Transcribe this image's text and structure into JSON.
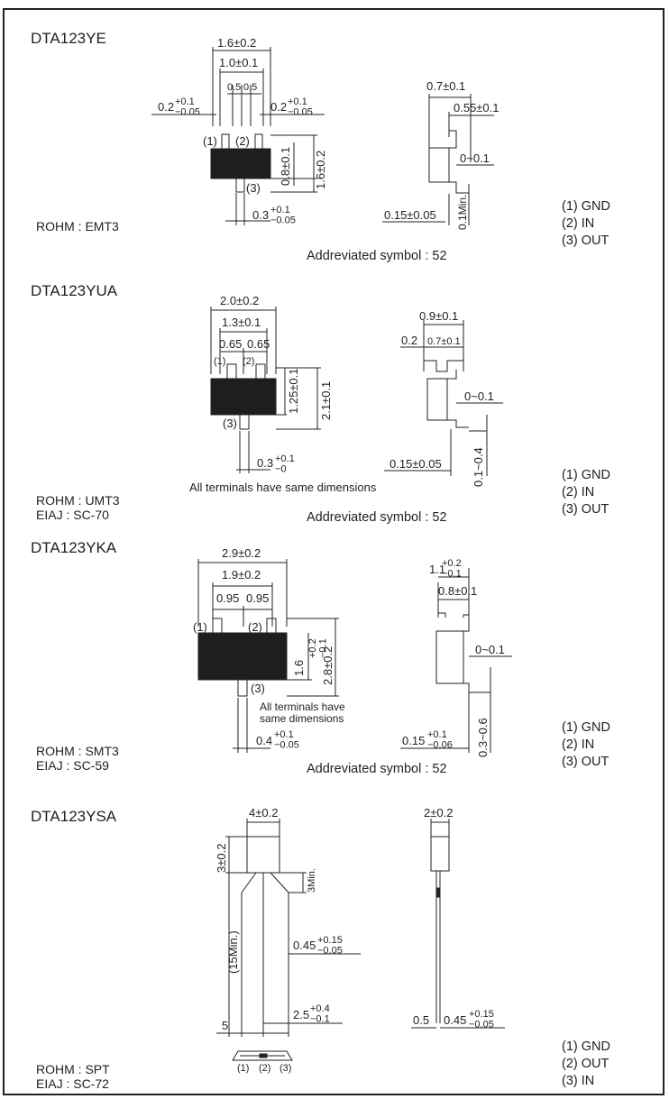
{
  "sections": [
    {
      "title": "DTA123YE",
      "rohm": "ROHM  :  EMT3",
      "eiaj": "",
      "abbreviated": "Addreviated symbol : 52",
      "pins": [
        "(1)  GND",
        "(2)  IN",
        "(3)  OUT"
      ],
      "dims": {
        "d_overall": "1.6±0.2",
        "d_pitch": "1.0±0.1",
        "d_half1": "0.5",
        "d_half2": "0.5",
        "d_lead_left": "0.2",
        "d_lead_left_tol": "+0.1\n−0.05",
        "d_lead_right": "0.2",
        "d_lead_right_tol": "+0.1\n−0.05",
        "pin1": "(1)",
        "pin2": "(2)",
        "pin3": "(3)",
        "d_body_h": "0.8±0.1",
        "d_total_h": "1.6±0.2",
        "d_bot_lead": "0.3",
        "d_bot_lead_tol": "+0.1\n−0.05",
        "s_top": "0.7±0.1",
        "s_mid": "0.55±0.1",
        "s_gap": "0~0.1",
        "s_thick": "0.15±0.05",
        "s_min": "0.1Min."
      }
    },
    {
      "title": "DTA123YUA",
      "rohm": "ROHM  :  UMT3",
      "eiaj": "EIAJ  :  SC-70",
      "abbreviated": "Addreviated symbol : 52",
      "note": "All terminals have same dimensions",
      "pins": [
        "(1)  GND",
        "(2)  IN",
        "(3)  OUT"
      ],
      "dims": {
        "d_overall": "2.0±0.2",
        "d_pitch": "1.3±0.1",
        "d_half1": "0.65",
        "d_half2": "0.65",
        "pin1": "(1)",
        "pin2": "(2)",
        "pin3": "(3)",
        "d_body_h": "1.25±0.1",
        "d_total_h": "2.1±0.1",
        "d_bot_lead": "0.3",
        "d_bot_lead_tol": "+0.1\n−0",
        "s_top": "0.9±0.1",
        "s_left": "0.2",
        "s_mid": "0.7±0.1",
        "s_gap": "0~0.1",
        "s_thick": "0.15±0.05",
        "s_min": "0.1~0.4"
      }
    },
    {
      "title": "DTA123YKA",
      "rohm": "ROHM  :  SMT3",
      "eiaj": "EIAJ  :  SC-59",
      "abbreviated": "Addreviated symbol : 52",
      "note": "All terminals have\nsame dimensions",
      "pins": [
        "(1)  GND",
        "(2)  IN",
        "(3)  OUT"
      ],
      "dims": {
        "d_overall": "2.9±0.2",
        "d_pitch": "1.9±0.2",
        "d_half1": "0.95",
        "d_half2": "0.95",
        "pin1": "(1)",
        "pin2": "(2)",
        "pin3": "(3)",
        "d_body_h": "1.6",
        "d_body_h_tol": "+0.2\n−0.1",
        "d_total_h": "2.8±0.2",
        "d_bot_lead": "0.4",
        "d_bot_lead_tol": "+0.1\n−0.05",
        "s_top": "1.1",
        "s_top_tol": "+0.2\n−0.1",
        "s_mid": "0.8±0.1",
        "s_gap": "0~0.1",
        "s_thick": "0.15",
        "s_thick_tol": "+0.1\n−0.06",
        "s_min": "0.3~0.6"
      }
    },
    {
      "title": "DTA123YSA",
      "rohm": "ROHM  :  SPT",
      "eiaj": "EIAJ  :  SC-72",
      "pins": [
        "(1)  GND",
        "(2)  OUT",
        "(3)  IN"
      ],
      "dims": {
        "d_width": "4±0.2",
        "d_height": "3±0.2",
        "d_3min": "3Min.",
        "d_15min": "(15Min.)",
        "d_lead": "0.45",
        "d_lead_tol": "+0.15\n−0.05",
        "d_pitch": "2.5",
        "d_pitch_tol": "+0.4\n−0.1",
        "d_5": "5",
        "b1": "(1)",
        "b2": "(2)",
        "b3": "(3)",
        "s_top": "2±0.2",
        "s_05": "0.5",
        "s_lead": "0.45",
        "s_lead_tol": "+0.15\n−0.05"
      }
    }
  ]
}
